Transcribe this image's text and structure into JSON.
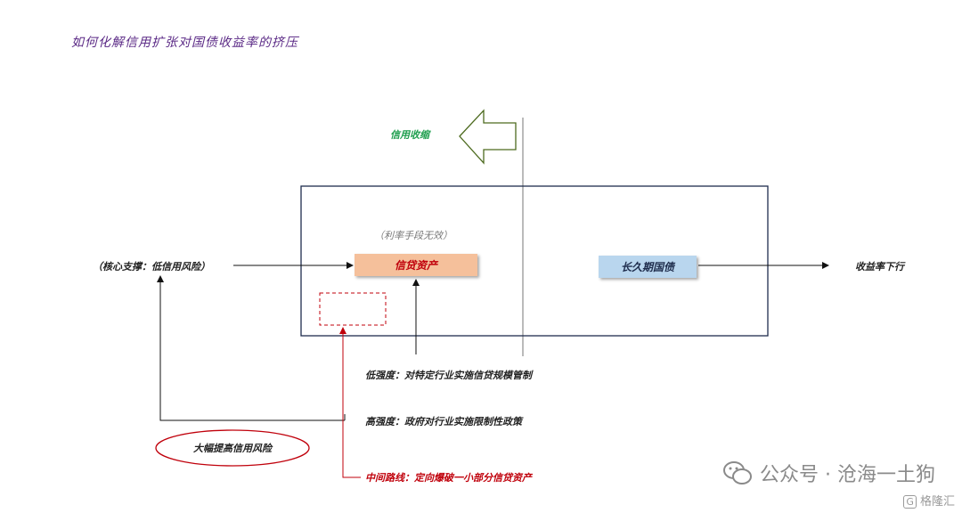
{
  "title": "如何化解信用扩张对国债收益率的挤压",
  "labels": {
    "credit_contraction": "信用收缩",
    "rate_ineffective": "（利率手段无效）",
    "credit_assets": "信贷资产",
    "long_bonds": "长久期国债",
    "core_support": "（核心支撑：低信用风险）",
    "yield_down": "收益率下行",
    "low_intensity": "低强度：对特定行业实施信贷规模管制",
    "high_intensity": "高强度：政府对行业实施限制性政策",
    "raise_risk": "大幅提高信用风险",
    "middle_path": "中间路线：定向爆破一小部分信贷资产"
  },
  "watermark": {
    "text": "公众号 · 沧海一土狗",
    "mark": "格隆汇"
  },
  "colors": {
    "title": "#5b2a86",
    "green_label": "#1e9e4e",
    "red": "#c0000b",
    "credit_box": "#f5c09b",
    "bond_box": "#b9d6ee",
    "frame": "#1f2d4d"
  }
}
